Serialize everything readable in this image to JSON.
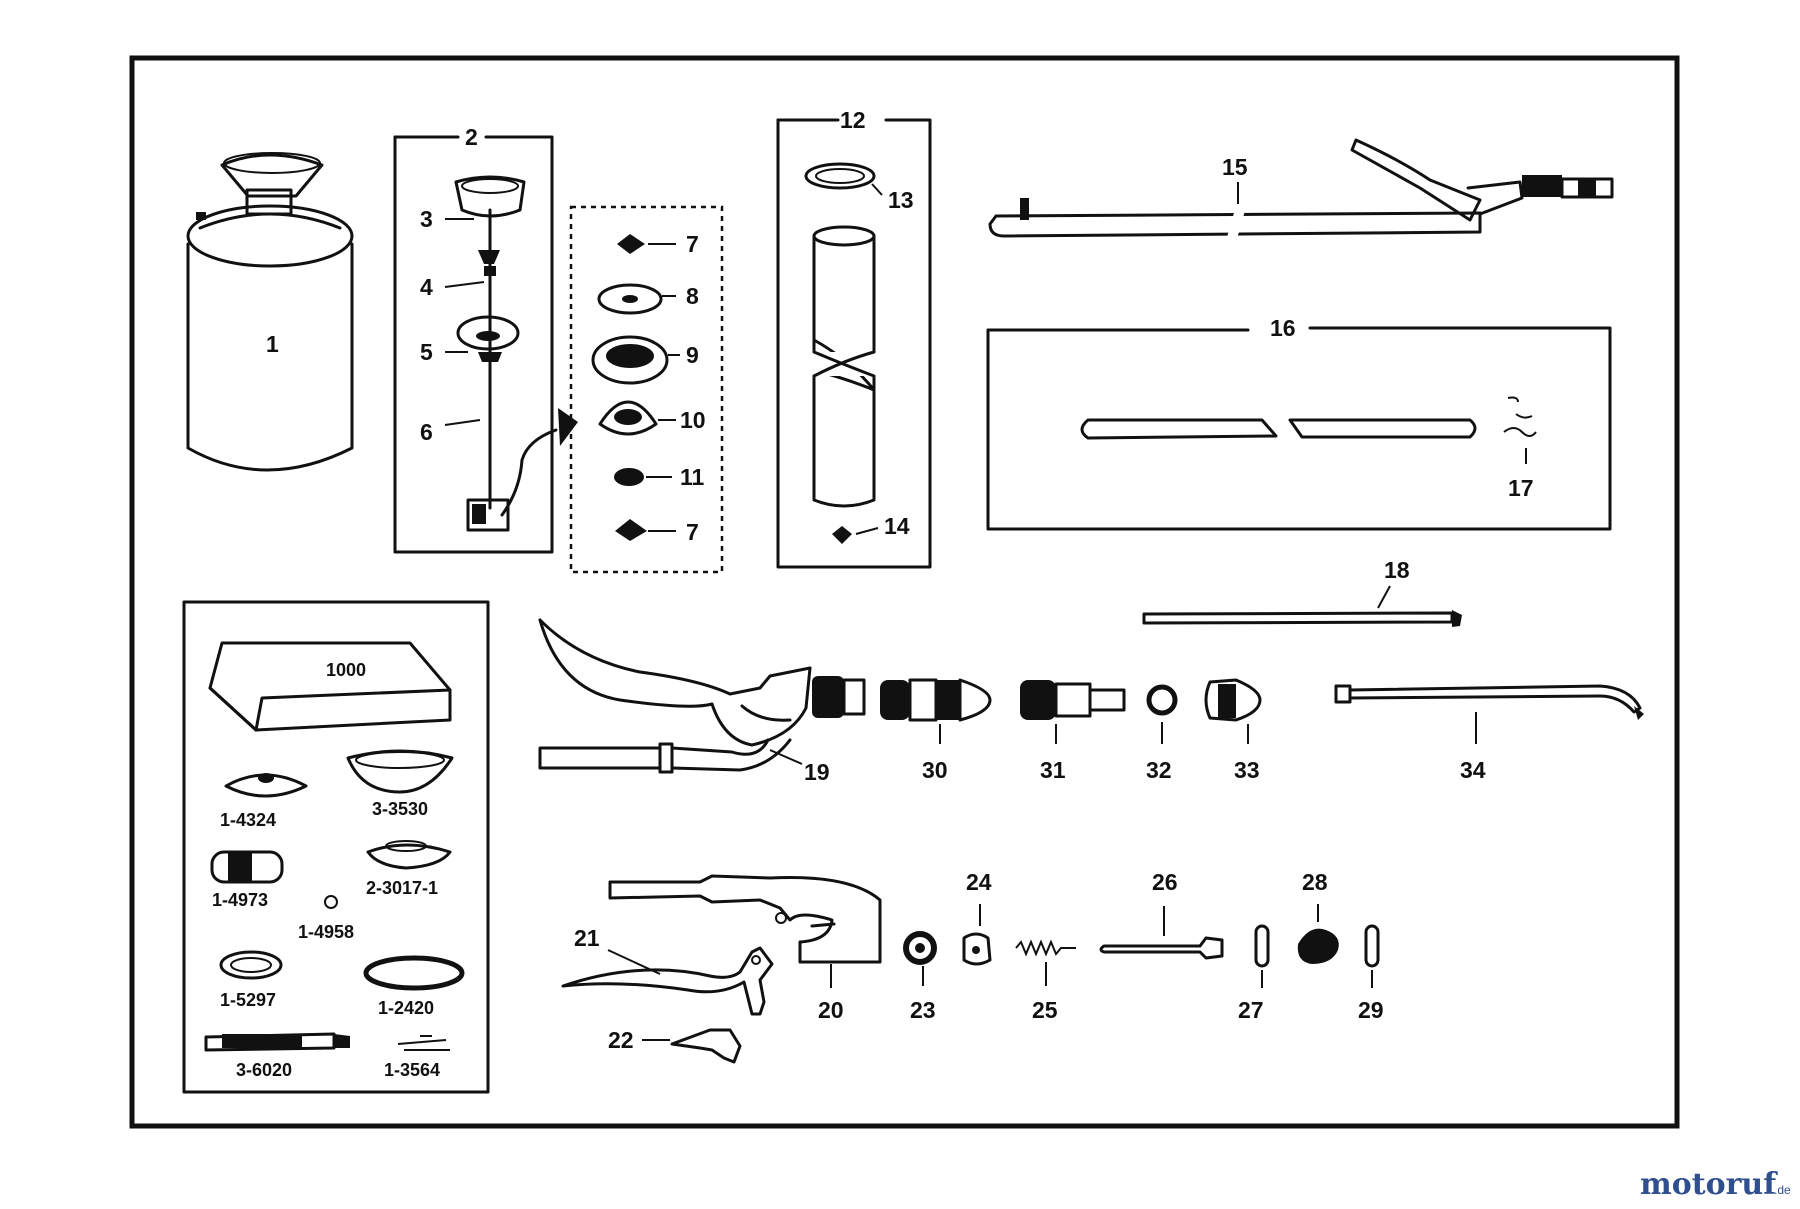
{
  "diagram": {
    "labels": {
      "n1": "1",
      "n2": "2",
      "n3": "3",
      "n4": "4",
      "n5": "5",
      "n6": "6",
      "n7a": "7",
      "n8": "8",
      "n9": "9",
      "n10": "10",
      "n11": "11",
      "n7b": "7",
      "n12": "12",
      "n13": "13",
      "n14": "14",
      "n15": "15",
      "n16": "16",
      "n17": "17",
      "n18": "18",
      "n19": "19",
      "n20": "20",
      "n21": "21",
      "n22": "22",
      "n23": "23",
      "n24": "24",
      "n25": "25",
      "n26": "26",
      "n27": "27",
      "n28": "28",
      "n29": "29",
      "n30": "30",
      "n31": "31",
      "n32": "32",
      "n33": "33",
      "n34": "34"
    },
    "repair_kit": {
      "box": "1000",
      "parts": [
        "1-4324",
        "3-3530",
        "1-4973",
        "2-3017-1",
        "1-4958",
        "1-5297",
        "1-2420",
        "3-6020",
        "1-3564"
      ]
    }
  },
  "watermark": {
    "main": "motoruf",
    "suffix": ".de",
    "colors": {
      "m": "#2f4f8f",
      "o": "#d25a2a"
    }
  }
}
